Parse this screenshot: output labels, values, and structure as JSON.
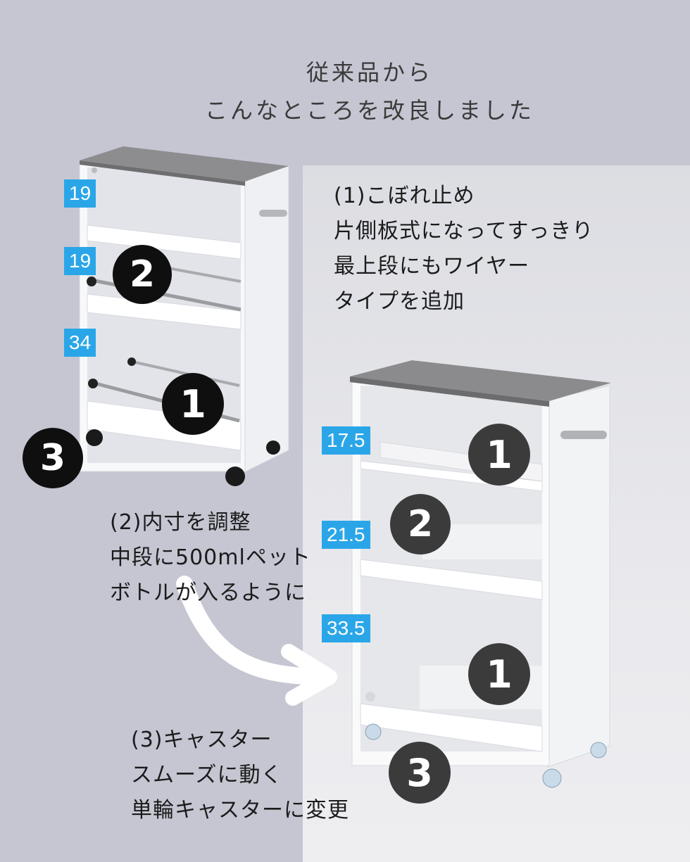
{
  "heading": {
    "line1": "従来品から",
    "line2": "こんなところを改良しました"
  },
  "notes": {
    "improvement1": [
      "(1)こぼれ止め",
      "片側板式になってすっきり",
      "最上段にもワイヤー",
      "タイプを追加"
    ],
    "improvement2": [
      "(2)内寸を調整",
      "中段に500mlペット",
      "ボトルが入るように"
    ],
    "improvement3": [
      "(3)キャスター",
      "スムーズに動く",
      "単輪キャスターに変更"
    ]
  },
  "old_rack_dimensions": [
    "19",
    "19",
    "34"
  ],
  "new_rack_dimensions": [
    "17.5",
    "21.5",
    "33.5"
  ],
  "badges": {
    "old": [
      "2",
      "1",
      "3"
    ],
    "new": [
      "1",
      "2",
      "1",
      "3"
    ]
  },
  "colors": {
    "dimension_label": "#2aa6e8",
    "old_badge": "#0f0f0f",
    "new_badge": "#3b3b3b",
    "left_background": "#c5c6d2"
  }
}
